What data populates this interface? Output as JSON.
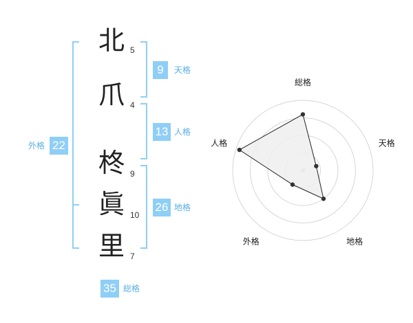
{
  "characters": [
    {
      "char": "北",
      "strokes": "5"
    },
    {
      "char": "爪",
      "strokes": "4"
    },
    {
      "char": "柊",
      "strokes": "9"
    },
    {
      "char": "眞",
      "strokes": "10"
    },
    {
      "char": "里",
      "strokes": "7"
    }
  ],
  "kakusu": {
    "tenkaku": {
      "value": "9",
      "label": "天格"
    },
    "jinkaku": {
      "value": "13",
      "label": "人格"
    },
    "chikaku": {
      "value": "26",
      "label": "地格"
    },
    "gaikaku": {
      "value": "22",
      "label": "外格"
    },
    "soukaku": {
      "value": "35",
      "label": "総格"
    }
  },
  "colors": {
    "accent": "#8fcef6",
    "accent_text": "#5aaee6",
    "grid": "#d6d6d6",
    "polygon_fill": "#eeeeee",
    "line": "#222222"
  },
  "chart_data": {
    "type": "radar",
    "axes": [
      "総格",
      "天格",
      "地格",
      "外格",
      "人格"
    ],
    "values": [
      0.8,
      0.2,
      0.5,
      0.25,
      0.95
    ],
    "rings": 4,
    "range": [
      0,
      1
    ]
  }
}
